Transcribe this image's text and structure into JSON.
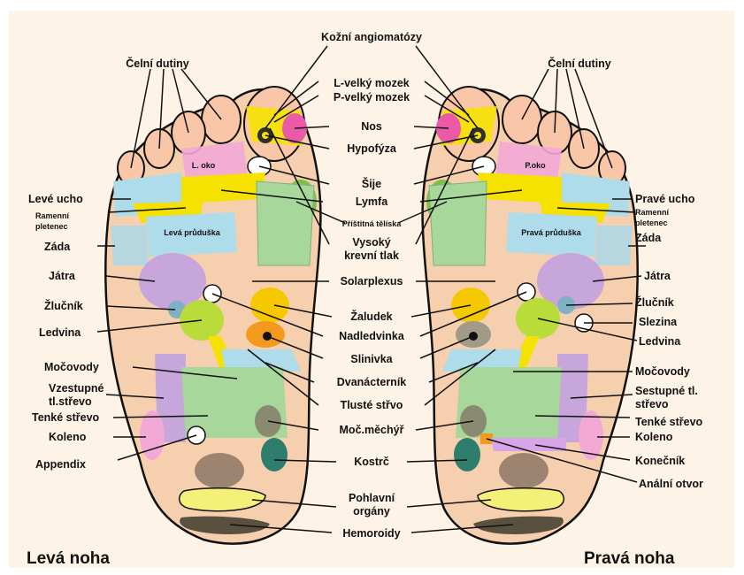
{
  "labels": {
    "kozni_angiomatozy": "Kožní angiomatózy",
    "celni_dutiny": "Čelní dutiny",
    "l_velky_mozek": "L-velký mozek",
    "p_velky_mozek": "P-velký mozek",
    "nos": "Nos",
    "hypofyza": "Hypofýza",
    "sije": "Šije",
    "lymfa": "Lymfa",
    "pristitna_teliska": "Příštitná tělíska",
    "vysoky": "Vysoký",
    "krevni_tlak": "krevní tlak",
    "leve_ucho": "Levé ucho",
    "prave_ucho": "Pravé ucho",
    "ramenni": "Ramenní",
    "pletenec": "pletenec",
    "zada": "Záda",
    "jatra": "Játra",
    "solarplexus": "Solarplexus",
    "zlucnik": "Žlučník",
    "zaludek": "Žaludek",
    "slezina": "Slezina",
    "ledvina": "Ledvina",
    "nadledvinka": "Nadledvinka",
    "slinivka": "Slinivka",
    "mocovody": "Močovody",
    "dvanacternik": "Dvanácterník",
    "vzestupne": "Vzestupné",
    "tl_strevo": "tl.střevo",
    "sestupne_tl": "Sestupné tl.",
    "strevo": "střevo",
    "tluste_strevo": "Tlusté střvo",
    "tenke_strevo": "Tenké střevo",
    "moc_mechyr": "Moč.měchýř",
    "koleno": "Koleno",
    "appendix": "Appendix",
    "kostrc": "Kostrč",
    "konecnik": "Konečník",
    "analni_otvor": "Anální otvor",
    "pohlavni": "Pohlavní",
    "organy": "orgány",
    "hemoroidy": "Hemoroidy",
    "l_oko": "L. oko",
    "p_oko": "P.oko",
    "leva_pruduska": "Levá průduška",
    "prava_pruduska": "Pravá průduška",
    "leva_noha": "Levá noha",
    "prava_noha": "Pravá noha"
  },
  "colors": {
    "background": "#fdf3e6",
    "skin": "#f6cfae",
    "toe": "#f9c7a8",
    "yellow": "#f5e200",
    "pink": "#ea5aa8",
    "lightblue": "#aedcea",
    "green": "#a7d79b",
    "lime": "#b9dc3a",
    "lavender": "#c7a6dc",
    "orange": "#f39a1e",
    "darkgreen": "#2f7d6d",
    "taupe": "#a09a86",
    "olive": "#d4dc82",
    "brown": "#9d8470"
  }
}
